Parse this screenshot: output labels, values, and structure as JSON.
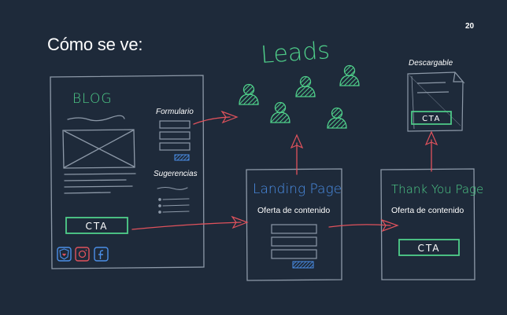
{
  "slide": {
    "title": "Cómo se ve:",
    "page_number": "20"
  },
  "diagram": {
    "leads_label": "Leads",
    "blog": {
      "title": "BLOG",
      "cta_label": "CTA",
      "social_icons": [
        "shield-heart-icon",
        "instagram-icon",
        "facebook-icon"
      ]
    },
    "form_label": "Formulario",
    "suggestions_label": "Sugerencias",
    "landing_page": {
      "title": "Landing Page",
      "subtitle": "Oferta de contenido"
    },
    "thank_you_page": {
      "title": "Thank You Page",
      "subtitle": "Oferta de contenido",
      "cta_label": "CTA"
    },
    "downloadable": {
      "label": "Descargable",
      "cta_label": "CTA"
    },
    "colors": {
      "background": "#1e2a3a",
      "sketch": "#8d99a8",
      "lead_green": "#4fcf8a",
      "arrow_red": "#e0525c",
      "accent_blue": "#4b8fe8",
      "hand_green": "#4fcf8a"
    }
  }
}
